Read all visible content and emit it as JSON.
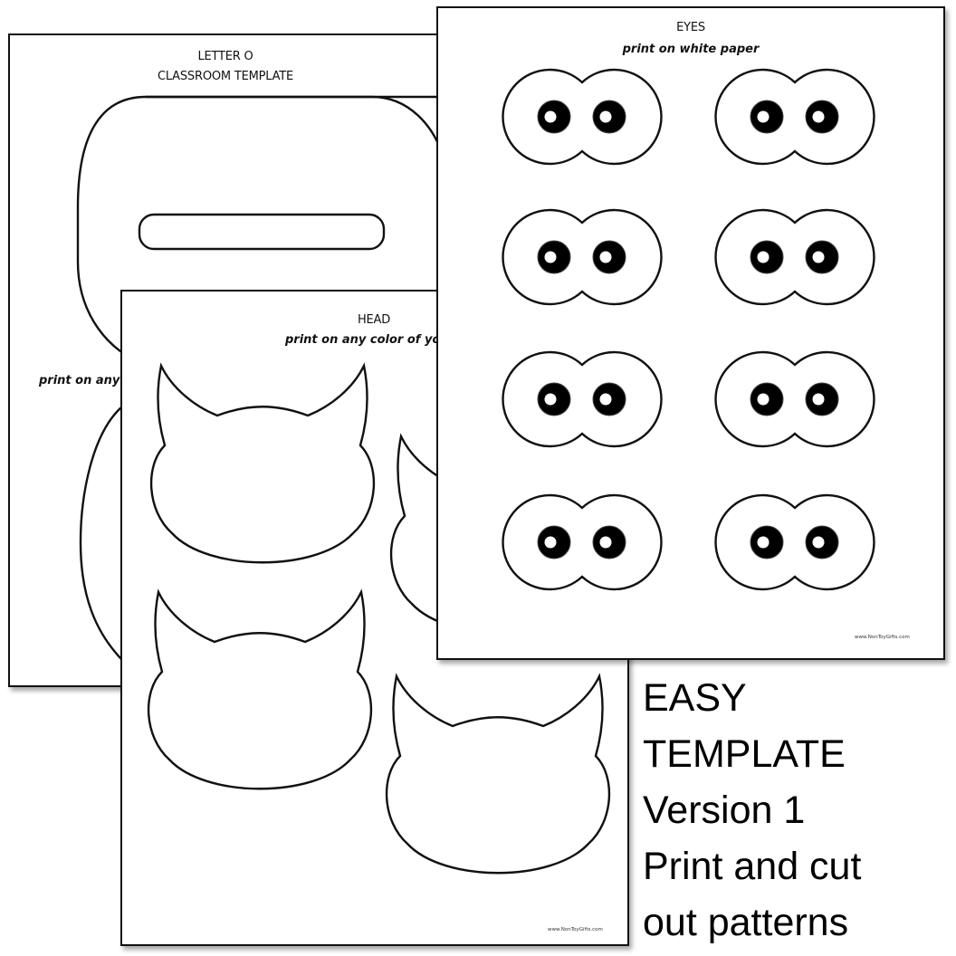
{
  "pages": {
    "letter": {
      "title_line1": "LETTER O",
      "title_line2": "CLASSROOM TEMPLATE",
      "subtitle_partial": "print on any"
    },
    "head": {
      "title": "HEAD",
      "subtitle_partial": "print on any color of your ch",
      "footer": "www.NonToyGifts.com",
      "shape_count": 4
    },
    "eyes": {
      "title": "EYES",
      "subtitle": "print on white paper",
      "footer": "www.NonToyGifts.com",
      "shape_count": 8
    }
  },
  "caption": {
    "lines": [
      "EASY",
      "TEMPLATE",
      "Version 1",
      "Print and cut",
      "out patterns"
    ]
  }
}
